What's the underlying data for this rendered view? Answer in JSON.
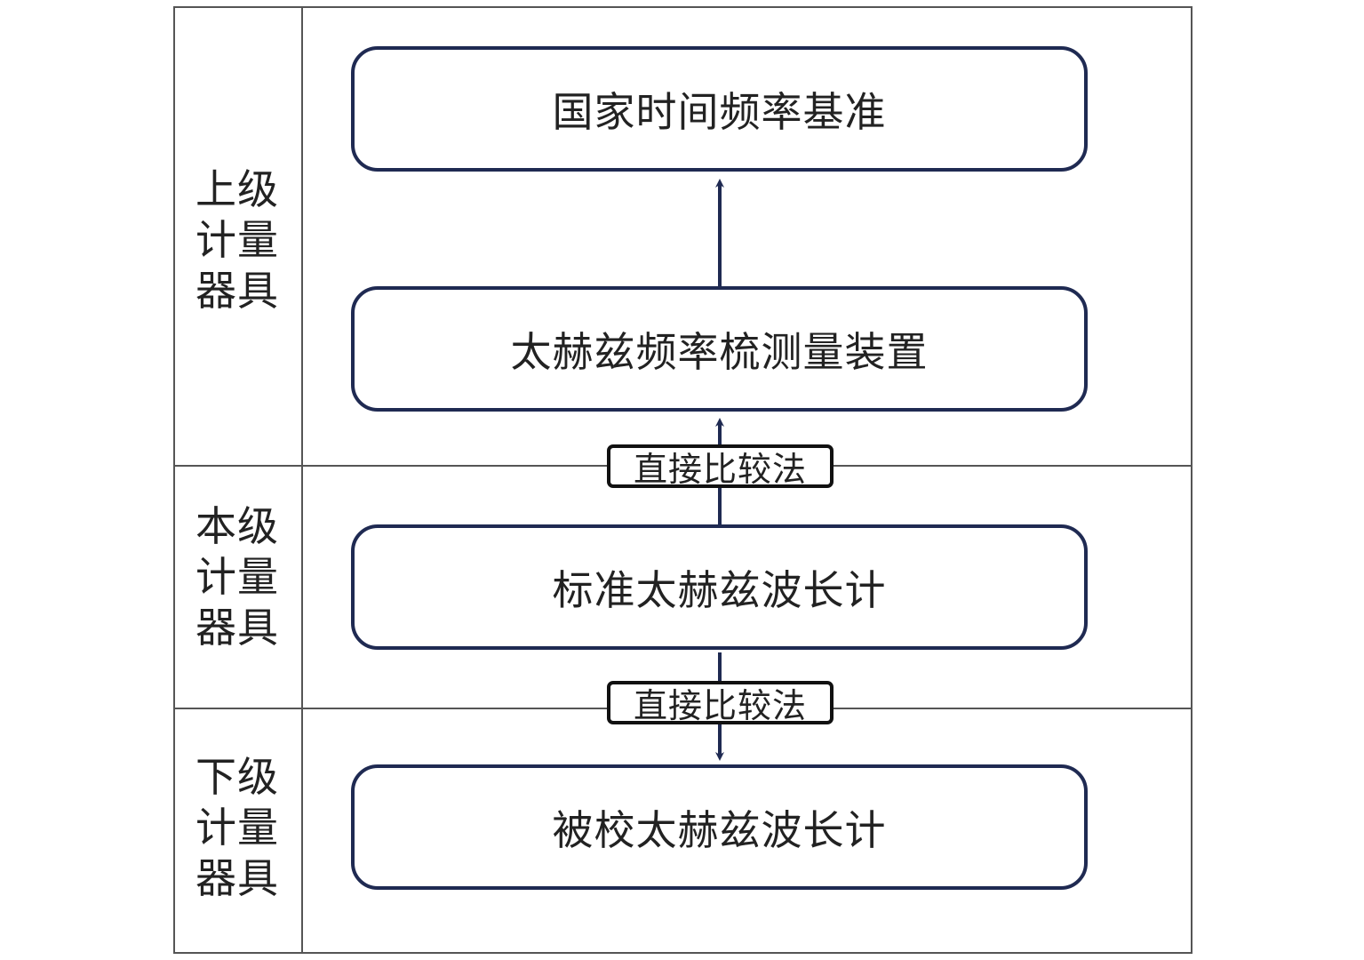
{
  "rows": {
    "upper": {
      "label_lines": [
        "上级",
        "计量",
        "器具"
      ]
    },
    "current": {
      "label_lines": [
        "本级",
        "计量",
        "器具"
      ]
    },
    "lower": {
      "label_lines": [
        "下级",
        "计量",
        "器具"
      ]
    }
  },
  "nodes": {
    "national_standard": "国家时间频率基准",
    "thz_comb": "太赫兹频率梳测量装置",
    "standard_wavemeter": "标准太赫兹波长计",
    "calibrated_wavemeter": "被校太赫兹波长计"
  },
  "methods": {
    "upper_comparison": "直接比较法",
    "lower_comparison": "直接比较法"
  },
  "colors": {
    "node_border": "#1f2a52",
    "arrow": "#1f2a52",
    "frame": "#555555"
  }
}
